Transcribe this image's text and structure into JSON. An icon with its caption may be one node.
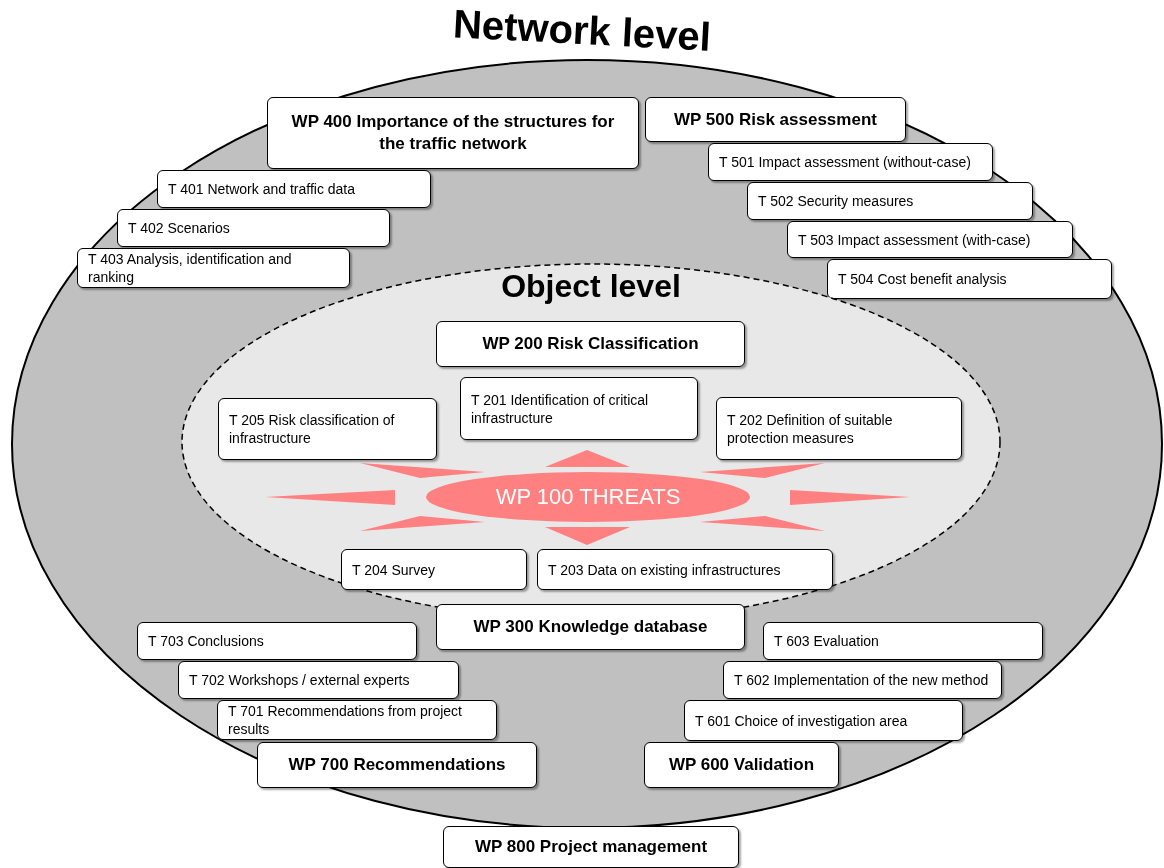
{
  "diagram": {
    "nodes": [
      {
        "text": [
          "Network level"
        ]
      },
      {
        "text": [
          "WP 400 Importance of the structures for the traffic network"
        ],
        "in": 0
      },
      {
        "text": [
          "T 401 Network and traffic data"
        ],
        "in": 0
      },
      {
        "text": [
          "T 402 Scenarios"
        ],
        "in": 0
      },
      {
        "text": [
          "T 403 Analysis, identification and ranking"
        ],
        "in": 0
      },
      {
        "text": [
          "WP 500 Risk assessment"
        ],
        "in": 0
      },
      {
        "text": [
          "T 501 Impact assessment (without-case)"
        ],
        "in": 0
      },
      {
        "text": [
          "T 502 Security measures"
        ],
        "in": 0
      },
      {
        "text": [
          "T 503 Impact assessment (with-case)"
        ],
        "in": 0
      },
      {
        "text": [
          "T 504 Cost benefit analysis"
        ],
        "in": 0
      },
      {
        "text": [
          "Object level"
        ],
        "in": 0
      },
      {
        "text": [
          "WP 200 Risk Classification"
        ],
        "in": 10
      },
      {
        "text": [
          "T 205 Risk classification of infrastructure"
        ],
        "in": 10
      },
      {
        "text": [
          "T 201 Identification of critical infrastructure"
        ],
        "in": 10
      },
      {
        "text": [
          "T 202 Definition of suitable protection measures"
        ],
        "in": 10
      },
      {
        "text": [
          "WP 100 THREATS"
        ],
        "in": 10
      },
      {
        "text": [
          "T 204 Survey"
        ],
        "in": 10
      },
      {
        "text": [
          "T 203 Data on existing infrastructures"
        ],
        "in": 10
      },
      {
        "text": [
          "WP 300 Knowledge database"
        ],
        "in": 0
      },
      {
        "text": [
          "T 703 Conclusions"
        ],
        "in": 0
      },
      {
        "text": [
          "T 702 Workshops / external experts"
        ],
        "in": 0
      },
      {
        "text": [
          "T 701 Recommendations from project results"
        ],
        "in": 0
      },
      {
        "text": [
          "WP 700 Recommendations"
        ],
        "in": 0
      },
      {
        "text": [
          "T 603 Evaluation"
        ],
        "in": 0
      },
      {
        "text": [
          "T 602 Implementation of the new method"
        ],
        "in": 0
      },
      {
        "text": [
          "T 601 Choice of investigation area"
        ],
        "in": 0
      },
      {
        "text": [
          "WP 600 Validation"
        ],
        "in": 0
      },
      {
        "text": [
          "WP 800 Project management"
        ]
      }
    ]
  }
}
